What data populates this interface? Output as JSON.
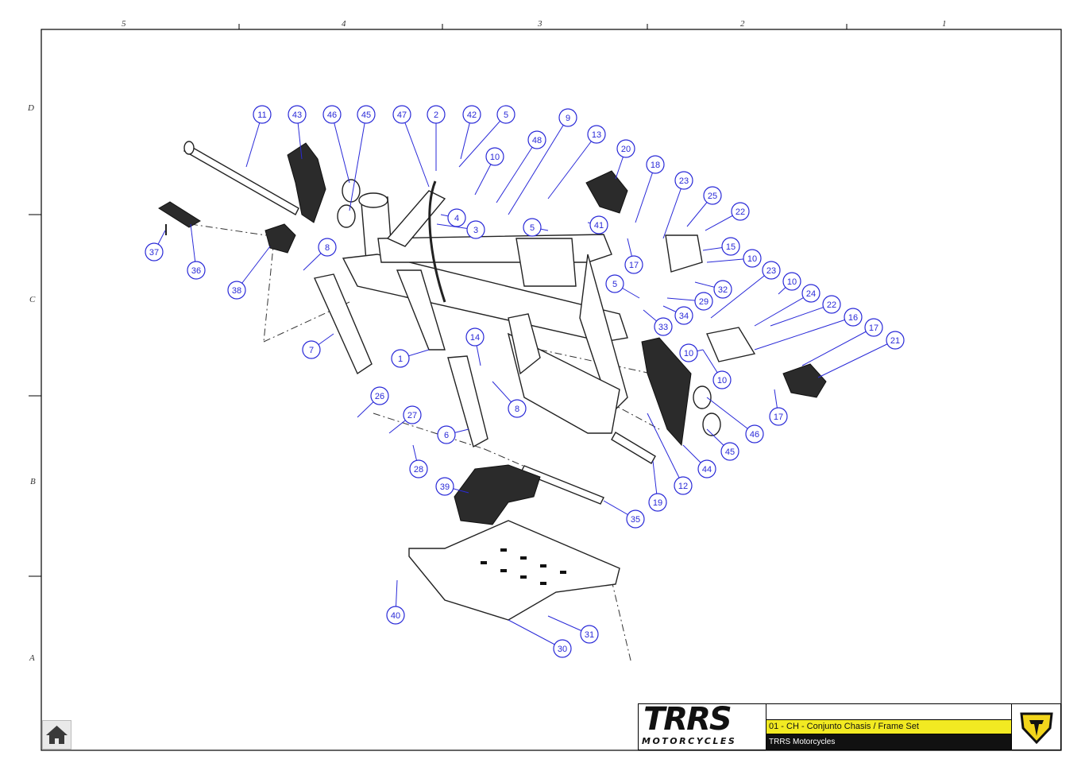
{
  "drawing": {
    "column_labels": [
      "5",
      "4",
      "3",
      "2",
      "1"
    ],
    "row_labels": [
      "D",
      "C",
      "B",
      "A"
    ]
  },
  "callouts": [
    "1",
    "2",
    "3",
    "4",
    "5",
    "5",
    "5",
    "6",
    "7",
    "8",
    "8",
    "9",
    "10",
    "10",
    "10",
    "10",
    "10",
    "11",
    "12",
    "13",
    "14",
    "15",
    "16",
    "17",
    "17",
    "17",
    "18",
    "19",
    "20",
    "21",
    "22",
    "22",
    "23",
    "23",
    "24",
    "25",
    "26",
    "27",
    "28",
    "29",
    "30",
    "31",
    "32",
    "33",
    "34",
    "35",
    "36",
    "37",
    "38",
    "39",
    "40",
    "41",
    "42",
    "43",
    "44",
    "45",
    "45",
    "46",
    "46",
    "47",
    "48"
  ],
  "title_block": {
    "logo_text": "TRRS",
    "logo_subtext": "MOTORCYCLES",
    "drawing_title": "01 - CH - Conjunto Chasis / Frame Set",
    "company": "TRRS Motorcycles"
  },
  "colors": {
    "callout_blue": "#2a2ad8",
    "title_yellow": "#f2ea22",
    "emblem_yellow": "#f2d51c"
  },
  "icons": {
    "home": "home-icon",
    "emblem": "trrs-emblem-icon"
  }
}
